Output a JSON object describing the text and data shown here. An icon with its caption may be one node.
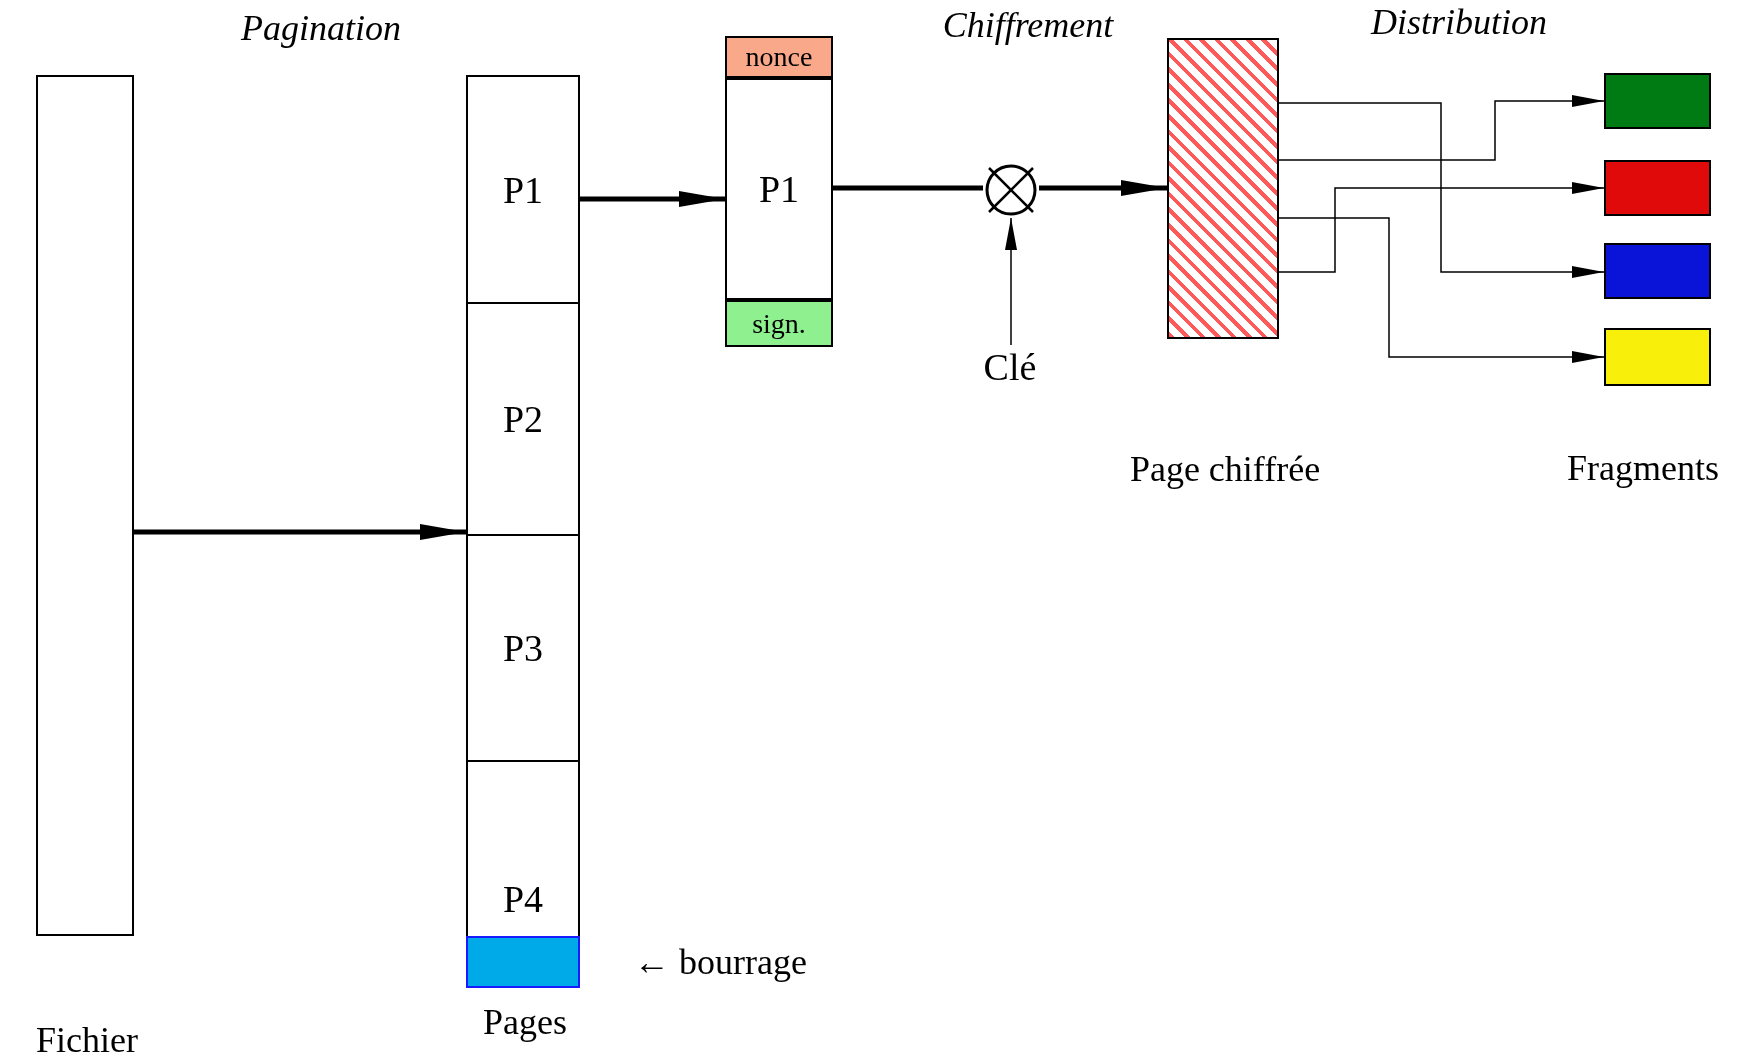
{
  "diagram": {
    "nodes": [
      {
        "text": [],
        "shape": "box",
        "beside": [
          "Fichier"
        ]
      },
      {
        "text": [],
        "shape": "box",
        "beside": [
          "Pages"
        ]
      },
      {
        "text": [
          "P1"
        ],
        "in": 1
      },
      {
        "text": [
          "P2"
        ],
        "in": 1
      },
      {
        "text": [
          "P3"
        ],
        "in": 1
      },
      {
        "text": [
          "P4"
        ],
        "in": 1
      },
      {
        "text": [],
        "shape": "box",
        "in": 1,
        "beside": [
          "← bourrage"
        ]
      },
      {
        "text": [
          "nonce"
        ]
      },
      {
        "text": [
          "P1"
        ]
      },
      {
        "text": [
          "sign."
        ]
      },
      {
        "text": [],
        "shape": "circle"
      },
      {
        "text": [],
        "shape": "box",
        "beside": [
          "Page chiffrée"
        ]
      },
      {
        "text": [
          "Clé"
        ]
      },
      {
        "text": [],
        "shape": "box"
      },
      {
        "text": [],
        "shape": "box"
      },
      {
        "text": [],
        "shape": "box"
      },
      {
        "text": [],
        "shape": "box"
      }
    ],
    "edges": [
      {
        "from": 0,
        "to": 1,
        "arrow": "to",
        "style": "thick"
      },
      {
        "from": 2,
        "to": 8,
        "arrow": "to",
        "style": "thick"
      },
      {
        "from": 8,
        "to": 10,
        "arrow": "none",
        "style": "thick"
      },
      {
        "from": 10,
        "to": 11,
        "arrow": "to",
        "style": "thick"
      },
      {
        "from": 12,
        "to": 10,
        "arrow": "to"
      },
      {
        "from": 11,
        "to": 15,
        "arrow": "to"
      },
      {
        "from": 11,
        "to": 13,
        "arrow": "to"
      },
      {
        "from": 11,
        "to": 16,
        "arrow": "to"
      },
      {
        "from": 11,
        "to": 14,
        "arrow": "to"
      }
    ],
    "labels": [
      "Pagination",
      "Chiffrement",
      "Distribution",
      "Fragments"
    ]
  }
}
